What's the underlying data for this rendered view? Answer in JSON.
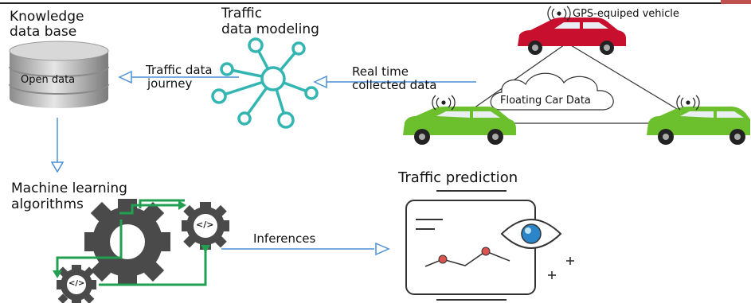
{
  "labels": {
    "knowledge_line1": "Knowledge",
    "knowledge_line2": "data base",
    "open_data": "Open data",
    "journey_line1": "Traffic data",
    "journey_line2": "journey",
    "modeling_line1": "Traffic",
    "modeling_line2": "data modeling",
    "realtime_line1": "Real time",
    "realtime_line2": "collected data",
    "gps": "GPS-equiped vehicle",
    "fcd": "Floating Car Data",
    "ml_line1": "Machine learning",
    "ml_line2": "algorithms",
    "inferences": "Inferences",
    "prediction": "Traffic prediction",
    "code_symbol": "</>"
  },
  "colors": {
    "arrow": "#4a90d9",
    "node": "#33b5b2",
    "gear": "#4a4a4a",
    "green_line": "#20a050",
    "car_red": "#c8102e",
    "car_green": "#6cc02e",
    "eye": "#2a86c9",
    "chart_dot": "#d9534f",
    "top_accent": "#c0504d"
  },
  "icons": [
    "database-icon",
    "network-node-icon",
    "car-icon",
    "signal-icon",
    "gear-icon",
    "eye-icon",
    "document-icon"
  ]
}
